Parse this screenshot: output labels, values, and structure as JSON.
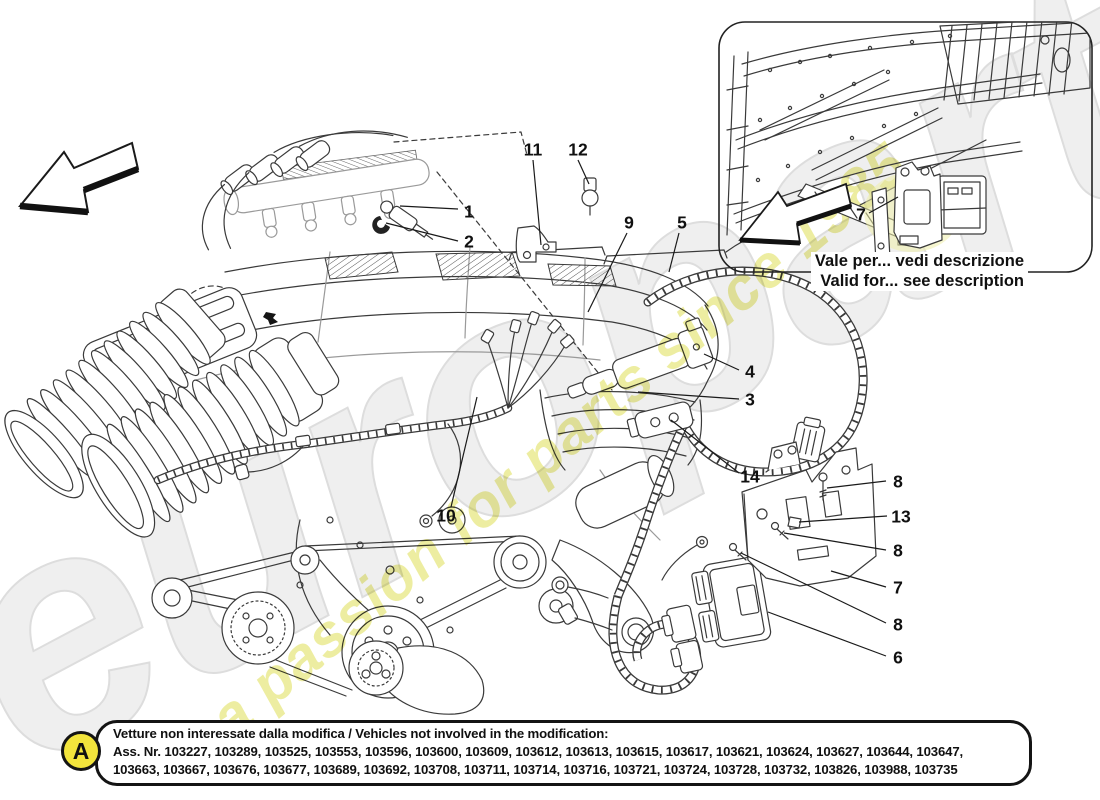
{
  "watermark": {
    "brand": "europarts",
    "tagline": "a passion for parts since 1985",
    "gray_color": "#efefef",
    "yellow_color": "#e8e88a"
  },
  "inset": {
    "caption_it": "Vale per... vedi descrizione",
    "caption_en": "Valid for... see description"
  },
  "callouts": {
    "c1": {
      "label": "1"
    },
    "c2": {
      "label": "2"
    },
    "c3": {
      "label": "3"
    },
    "c4": {
      "label": "4"
    },
    "c5": {
      "label": "5"
    },
    "c6": {
      "label": "6"
    },
    "c7b": {
      "label": "7"
    },
    "c7i": {
      "label": "7"
    },
    "c8a": {
      "label": "8"
    },
    "c8b": {
      "label": "8"
    },
    "c8c": {
      "label": "8"
    },
    "c9": {
      "label": "9"
    },
    "c10": {
      "label": "10"
    },
    "c11": {
      "label": "11"
    },
    "c12": {
      "label": "12"
    },
    "c13": {
      "label": "13"
    },
    "c14": {
      "label": "14"
    }
  },
  "note": {
    "badge": "A",
    "badge_color": "#f2e43c",
    "line1": "Vetture non interessate dalla modifica / Vehicles not involved in the modification:",
    "line2": "Ass. Nr. 103227, 103289, 103525, 103553, 103596, 103600, 103609, 103612, 103613, 103615, 103617, 103621, 103624, 103627, 103644, 103647,",
    "line3": "103663, 103667, 103676, 103677, 103689, 103692, 103708, 103711, 103714, 103716, 103721, 103724, 103728, 103732, 103826, 103988, 103735"
  }
}
